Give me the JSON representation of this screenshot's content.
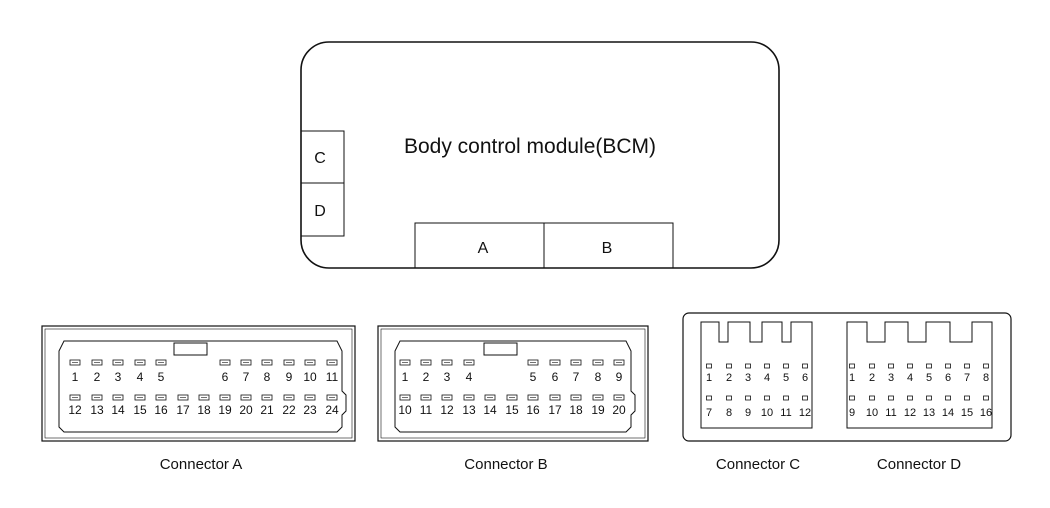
{
  "bcm": {
    "title": "Body control module(BCM)",
    "port_c": "C",
    "port_d": "D",
    "port_a": "A",
    "port_b": "B"
  },
  "connectors": {
    "a": {
      "caption": "Connector A",
      "top_pins": [
        "1",
        "2",
        "3",
        "4",
        "5",
        "6",
        "7",
        "8",
        "9",
        "10",
        "11"
      ],
      "bottom_pins": [
        "12",
        "13",
        "14",
        "15",
        "16",
        "17",
        "18",
        "19",
        "20",
        "21",
        "22",
        "23",
        "24"
      ]
    },
    "b": {
      "caption": "Connector B",
      "top_pins": [
        "1",
        "2",
        "3",
        "4",
        "5",
        "6",
        "7",
        "8",
        "9"
      ],
      "bottom_pins": [
        "10",
        "11",
        "12",
        "13",
        "14",
        "15",
        "16",
        "17",
        "18",
        "19",
        "20"
      ]
    },
    "c": {
      "caption": "Connector C",
      "top_pins": [
        "1",
        "2",
        "3",
        "4",
        "5",
        "6"
      ],
      "bottom_pins": [
        "7",
        "8",
        "9",
        "10",
        "11",
        "12"
      ]
    },
    "d": {
      "caption": "Connector D",
      "top_pins": [
        "1",
        "2",
        "3",
        "4",
        "5",
        "6",
        "7",
        "8"
      ],
      "bottom_pins": [
        "9",
        "10",
        "11",
        "12",
        "13",
        "14",
        "15",
        "16"
      ]
    }
  }
}
